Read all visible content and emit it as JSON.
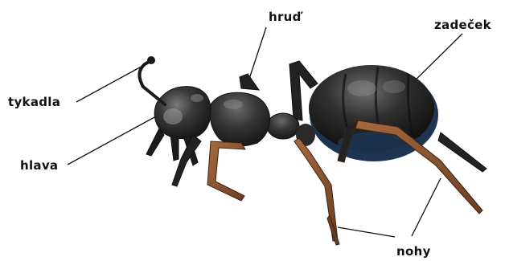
{
  "labels": {
    "antennae": "tykadla",
    "head": "hlava",
    "thorax": "hruď",
    "abdomen": "zadeček",
    "legs": "nohy"
  },
  "colors": {
    "body_dark": "#2b2b2b",
    "body_mid": "#3e3e3e",
    "body_highlight": "#8a8a8a",
    "abdomen_blue": "#1d3552",
    "leg_brown": "#7a4a2a",
    "leg_brown_light": "#a86a3e",
    "leader_line": "#111111"
  }
}
